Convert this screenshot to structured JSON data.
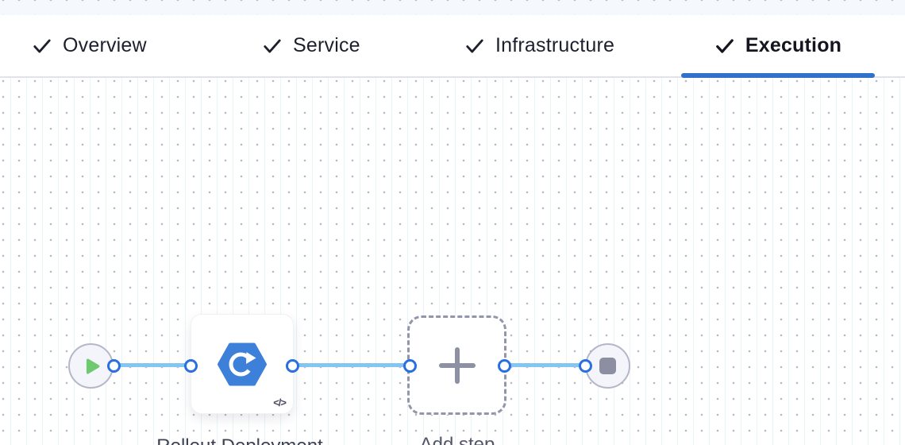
{
  "tabs": [
    {
      "label": "Overview",
      "status": "completed"
    },
    {
      "label": "Service",
      "status": "completed"
    },
    {
      "label": "Infrastructure",
      "status": "completed"
    },
    {
      "label": "Execution",
      "status": "completed",
      "active": true
    }
  ],
  "pipeline": {
    "start_node": {
      "icon": "play-icon"
    },
    "steps": [
      {
        "label": "Rollout Deployment",
        "icon": "rollout-deployment-icon",
        "code_badge": "</>"
      }
    ],
    "add_step": {
      "label": "Add step",
      "icon": "plus-icon"
    },
    "end_node": {
      "icon": "stop-icon"
    }
  },
  "colors": {
    "tab_underline": "#3170cb",
    "port_blue": "#2a6fe0",
    "link_blue": "#85c5f3",
    "step_icon_blue": "#3c80d9",
    "play_green": "#6fc96e",
    "stop_gray": "#8c8fa2"
  }
}
